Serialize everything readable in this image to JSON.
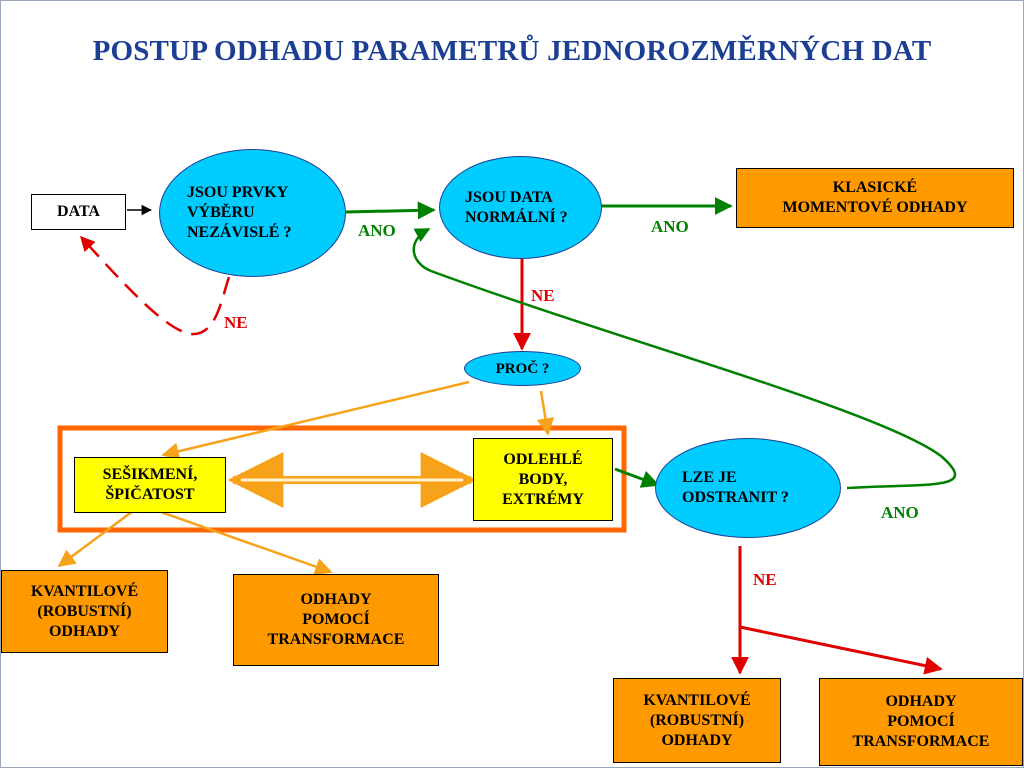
{
  "title": "POSTUP ODHADU PARAMETRŮ JEDNOROZMĚRNÝCH DAT",
  "nodes": {
    "data": "DATA",
    "independent": "JSOU PRVKY\nVÝBĚRU\nNEZÁVISLÉ ?",
    "normal": "JSOU  DATA\nNORMÁLNÍ ?",
    "classic": "KLASICKÉ\nMOMENTOVÉ ODHADY",
    "why": "PROČ ?",
    "skew": "SEŠIKMENÍ,\nŠPIČATOST",
    "outliers": "ODLEHLÉ\nBODY,\nEXTRÉMY",
    "remove": "LZE JE\nODSTRANIT ?",
    "quantile_left": "KVANTILOVÉ\n(ROBUSTNÍ)\nODHADY",
    "transform_left": "ODHADY\nPOMOCÍ\nTRANSFORMACE",
    "quantile_right": "KVANTILOVÉ\n(ROBUSTNÍ)\nODHADY",
    "transform_right": "ODHADY\nPOMOCÍ\nTRANSFORMACE"
  },
  "labels": {
    "ano_1": "ANO",
    "ano_2": "ANO",
    "ano_3": "ANO",
    "ne_1": "NE",
    "ne_2": "NE",
    "ne_3": "NE"
  },
  "colors": {
    "title": "#1c3f94",
    "oval_fill": "#00ccff",
    "result_fill": "#ff9900",
    "highlight_fill": "#ffff00",
    "frame": "#ff6600",
    "yes_arrow": "#008000",
    "no_arrow": "#e00000",
    "reason_arrow": "#f7a21b"
  }
}
